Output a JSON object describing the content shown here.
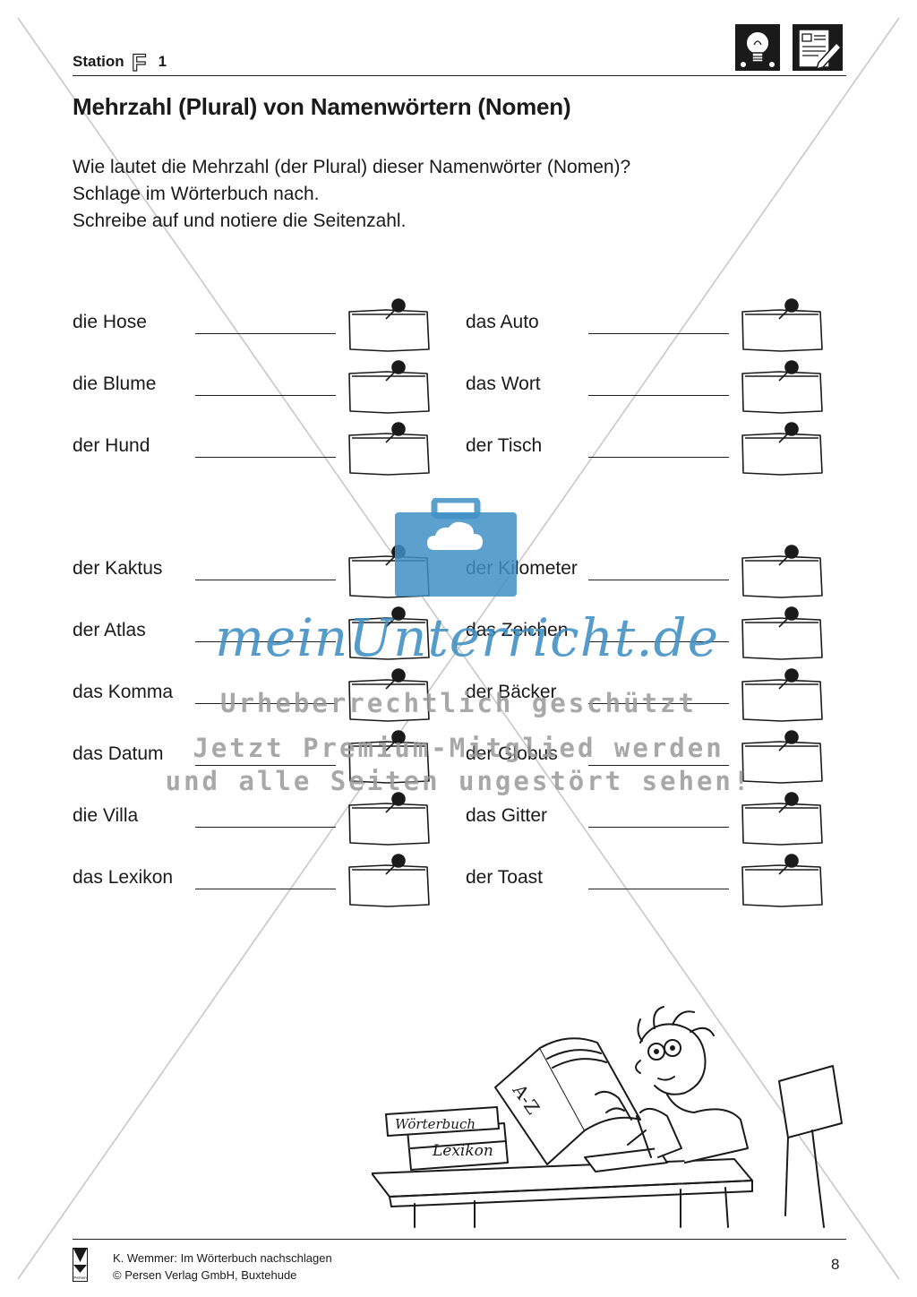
{
  "header": {
    "station_label": "Station",
    "station_letter": "F",
    "station_number": "1"
  },
  "title": "Mehrzahl (Plural) von Namenwörtern (Nomen)",
  "instructions": [
    "Wie lautet die Mehrzahl (der Plural) dieser Namenwörter (Nomen)?",
    "Schlage im Wörterbuch nach.",
    "Schreibe auf und notiere die Seitenzahl."
  ],
  "words_left": [
    "die Hose",
    "die Blume",
    "der Hund",
    "der Kaktus",
    "der Atlas",
    "das Komma",
    "das Datum",
    "die Villa",
    "das Lexikon"
  ],
  "words_right": [
    "das Auto",
    "das Wort",
    "der Tisch",
    "der Kilometer",
    "das Zeichen",
    "der Bäcker",
    "der Globus",
    "das Gitter",
    "der Toast"
  ],
  "watermark": {
    "brand": "meinUnterricht.de",
    "line1": "Urheberrechtlich geschützt",
    "line2": "Jetzt Premium-Mitglied werden",
    "line3": "und alle Seiten ungestört sehen!"
  },
  "illustration": {
    "book_label_1": "Wörterbuch",
    "book_label_2": "Lexikon",
    "book_label_3": "A-Z"
  },
  "footer": {
    "logo_text": "Persen",
    "line1": "K. Wemmer: Im Wörterbuch nachschlagen",
    "line2": "© Persen Verlag GmbH, Buxtehude",
    "page_number": "8"
  }
}
